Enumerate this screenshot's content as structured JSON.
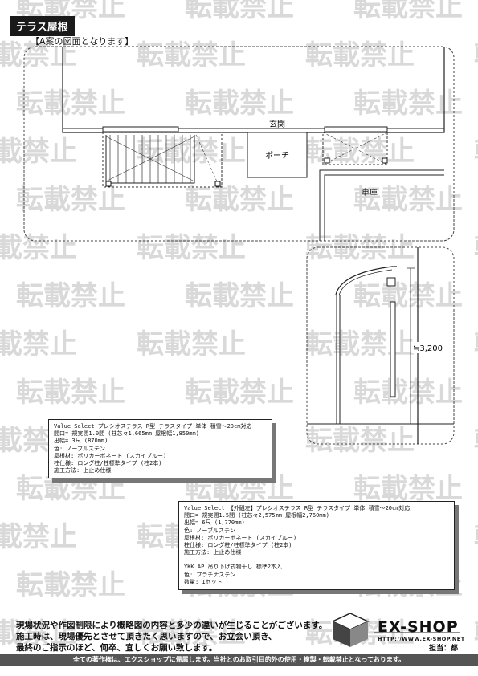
{
  "header": {
    "title": "テラス屋根",
    "subtitle": "【A案の図面となります】"
  },
  "watermark": {
    "text": "転載禁止",
    "color": "#d9d9d9"
  },
  "plan": {
    "entrance_label": "玄関",
    "porch_label": "ポーチ",
    "garage_label": "車庫",
    "height_label": "≒3,200"
  },
  "spec_a": {
    "lines": [
      "Value Select プレシオステラス R型 テラスタイプ 単体 積雪～20cm対応",
      "間口= 規実間1.0間 (柱芯々1,665mm 屋根幅1,850mm)",
      "出幅= 3尺 (870mm)",
      "色: ノーブルステン",
      "屋根材: ポリカーボネート (スカイブルー)",
      "柱仕様: ロング柱/柱標準タイプ (柱2本)",
      "施工方法: 上止め仕様"
    ]
  },
  "spec_b": {
    "lines": [
      "Value Select 【外観左】プレシオステラス R型 テラスタイプ 単体 積雪～20cm対応",
      "間口= 規実間1.5間 (柱芯々2,575mm 屋根幅2,760mm)",
      "出幅= 6尺 (1,770mm)",
      "色: ノーブルステン",
      "屋根材: ポリカーボネート (スカイブルー)",
      "柱仕様: ロング柱/柱標準タイプ (柱2本)",
      "施工方法: 上止め仕様"
    ],
    "extra_lines": [
      "YKK AP 吊り下げ式物干し 標準2本入",
      "色: プラチナステン",
      "数量: 1セット"
    ]
  },
  "footer": {
    "note_lines": [
      "現場状況や作図制限により概略図の内容と多少の違いが生じることがございます。",
      "施工時は、現場優先とさせて頂きたく思いますので、お立会い頂き、",
      "最終のご指示のほど、何卒、宜しくお願い致します。"
    ],
    "brand": "EX-SHOP",
    "url": "HTTP://WWW.EX-SHOP.NET",
    "staff": "担当：都",
    "copyright": "全ての著作権は、エクスショップに帰属します。当社とのお取引目的外の使用・複製・転載禁止となっております。"
  }
}
